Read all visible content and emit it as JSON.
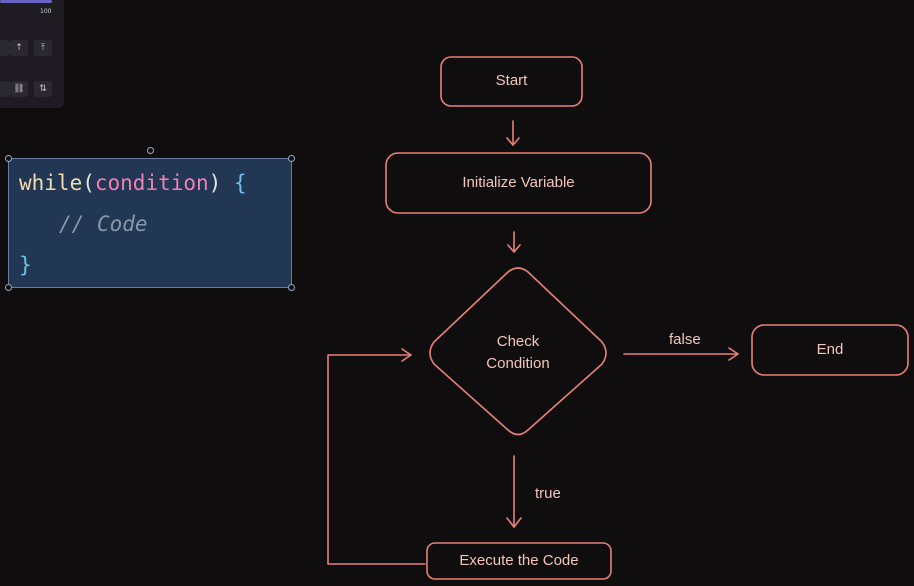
{
  "toolbar": {
    "slider_value": "100",
    "icons": [
      "arrow-up-icon",
      "arrow-to-top-icon",
      "link-icon",
      "swap-icon"
    ]
  },
  "code": {
    "keyword": "while",
    "open_paren": "(",
    "condition": "condition",
    "close_paren": ")",
    "open_brace": "{",
    "comment": "// Code",
    "close_brace": "}"
  },
  "flowchart": {
    "nodes": {
      "start": "Start",
      "init": "Initialize Variable",
      "check_line1": "Check",
      "check_line2": "Condition",
      "end": "End",
      "execute": "Execute the Code"
    },
    "edges": {
      "false_label": "false",
      "true_label": "true"
    },
    "colors": {
      "stroke": "#e8807a",
      "text": "#f5c6be",
      "background": "#0f0d0d"
    }
  }
}
